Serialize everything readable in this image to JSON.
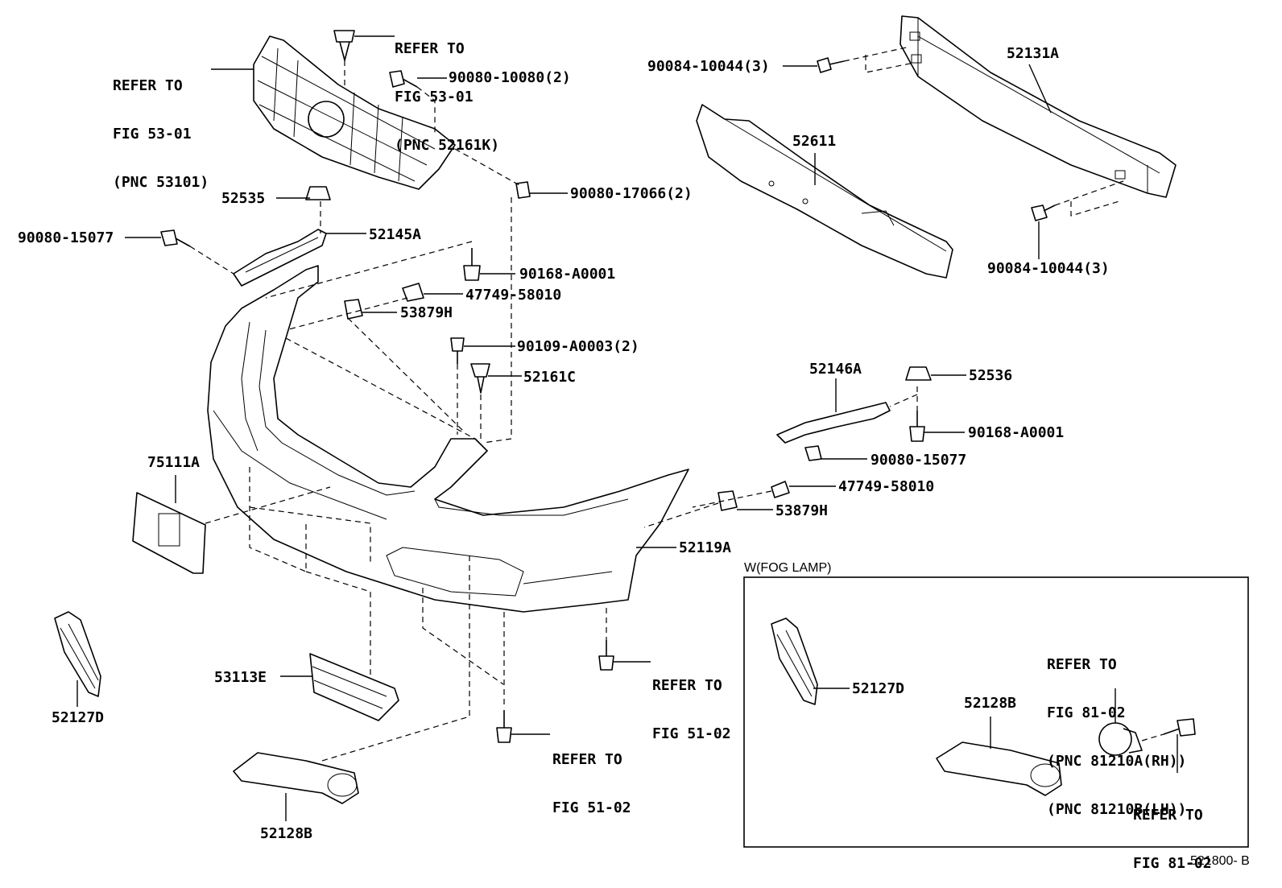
{
  "diagram": {
    "inset_title": "W(FOG LAMP)",
    "diagram_code": "521800- B",
    "parts": [
      {
        "id": "refer-grille",
        "lines": [
          "REFER TO",
          "FIG 53-01",
          "(PNC 53101)"
        ]
      },
      {
        "id": "refer-52161k",
        "lines": [
          "REFER TO",
          "FIG 53-01",
          "(PNC 52161K)"
        ]
      },
      {
        "id": "p-90080-10080",
        "lines": [
          "90080-10080(2)"
        ]
      },
      {
        "id": "p-90084-10044-top",
        "lines": [
          "90084-10044(3)"
        ]
      },
      {
        "id": "p-52131a",
        "lines": [
          "52131A"
        ]
      },
      {
        "id": "p-52611",
        "lines": [
          "52611"
        ]
      },
      {
        "id": "p-52535",
        "lines": [
          "52535"
        ]
      },
      {
        "id": "p-90080-17066",
        "lines": [
          "90080-17066(2)"
        ]
      },
      {
        "id": "p-90080-15077-left",
        "lines": [
          "90080-15077"
        ]
      },
      {
        "id": "p-52145a",
        "lines": [
          "52145A"
        ]
      },
      {
        "id": "p-90084-10044-bottom",
        "lines": [
          "90084-10044(3)"
        ]
      },
      {
        "id": "p-90168-a0001-left",
        "lines": [
          "90168-A0001"
        ]
      },
      {
        "id": "p-47749-58010-left",
        "lines": [
          "47749-58010"
        ]
      },
      {
        "id": "p-53879h-left",
        "lines": [
          "53879H"
        ]
      },
      {
        "id": "p-90109-a0003",
        "lines": [
          "90109-A0003(2)"
        ]
      },
      {
        "id": "p-52161c",
        "lines": [
          "52161C"
        ]
      },
      {
        "id": "p-52146a",
        "lines": [
          "52146A"
        ]
      },
      {
        "id": "p-52536",
        "lines": [
          "52536"
        ]
      },
      {
        "id": "p-90168-a0001-right",
        "lines": [
          "90168-A0001"
        ]
      },
      {
        "id": "p-90080-15077-right",
        "lines": [
          "90080-15077"
        ]
      },
      {
        "id": "p-47749-58010-right",
        "lines": [
          "47749-58010"
        ]
      },
      {
        "id": "p-53879h-right",
        "lines": [
          "53879H"
        ]
      },
      {
        "id": "p-75111a",
        "lines": [
          "75111A"
        ]
      },
      {
        "id": "p-52119a",
        "lines": [
          "52119A"
        ]
      },
      {
        "id": "refer-51-02-right",
        "lines": [
          "REFER TO",
          "FIG 51-02"
        ]
      },
      {
        "id": "p-52127d-left",
        "lines": [
          "52127D"
        ]
      },
      {
        "id": "p-53113e",
        "lines": [
          "53113E"
        ]
      },
      {
        "id": "refer-51-02-bottom",
        "lines": [
          "REFER TO",
          "FIG 51-02"
        ]
      },
      {
        "id": "p-52128b-left",
        "lines": [
          "52128B"
        ]
      },
      {
        "id": "p-52127d-inset",
        "lines": [
          "52127D"
        ]
      },
      {
        "id": "refer-fog-lamp",
        "lines": [
          "REFER TO",
          "FIG 81-02",
          "(PNC 81210A(RH))",
          "(PNC 81210B(LH))"
        ]
      },
      {
        "id": "p-52128b-inset",
        "lines": [
          "52128B"
        ]
      },
      {
        "id": "refer-81-02",
        "lines": [
          "REFER TO",
          "FIG 81-02"
        ]
      }
    ]
  }
}
